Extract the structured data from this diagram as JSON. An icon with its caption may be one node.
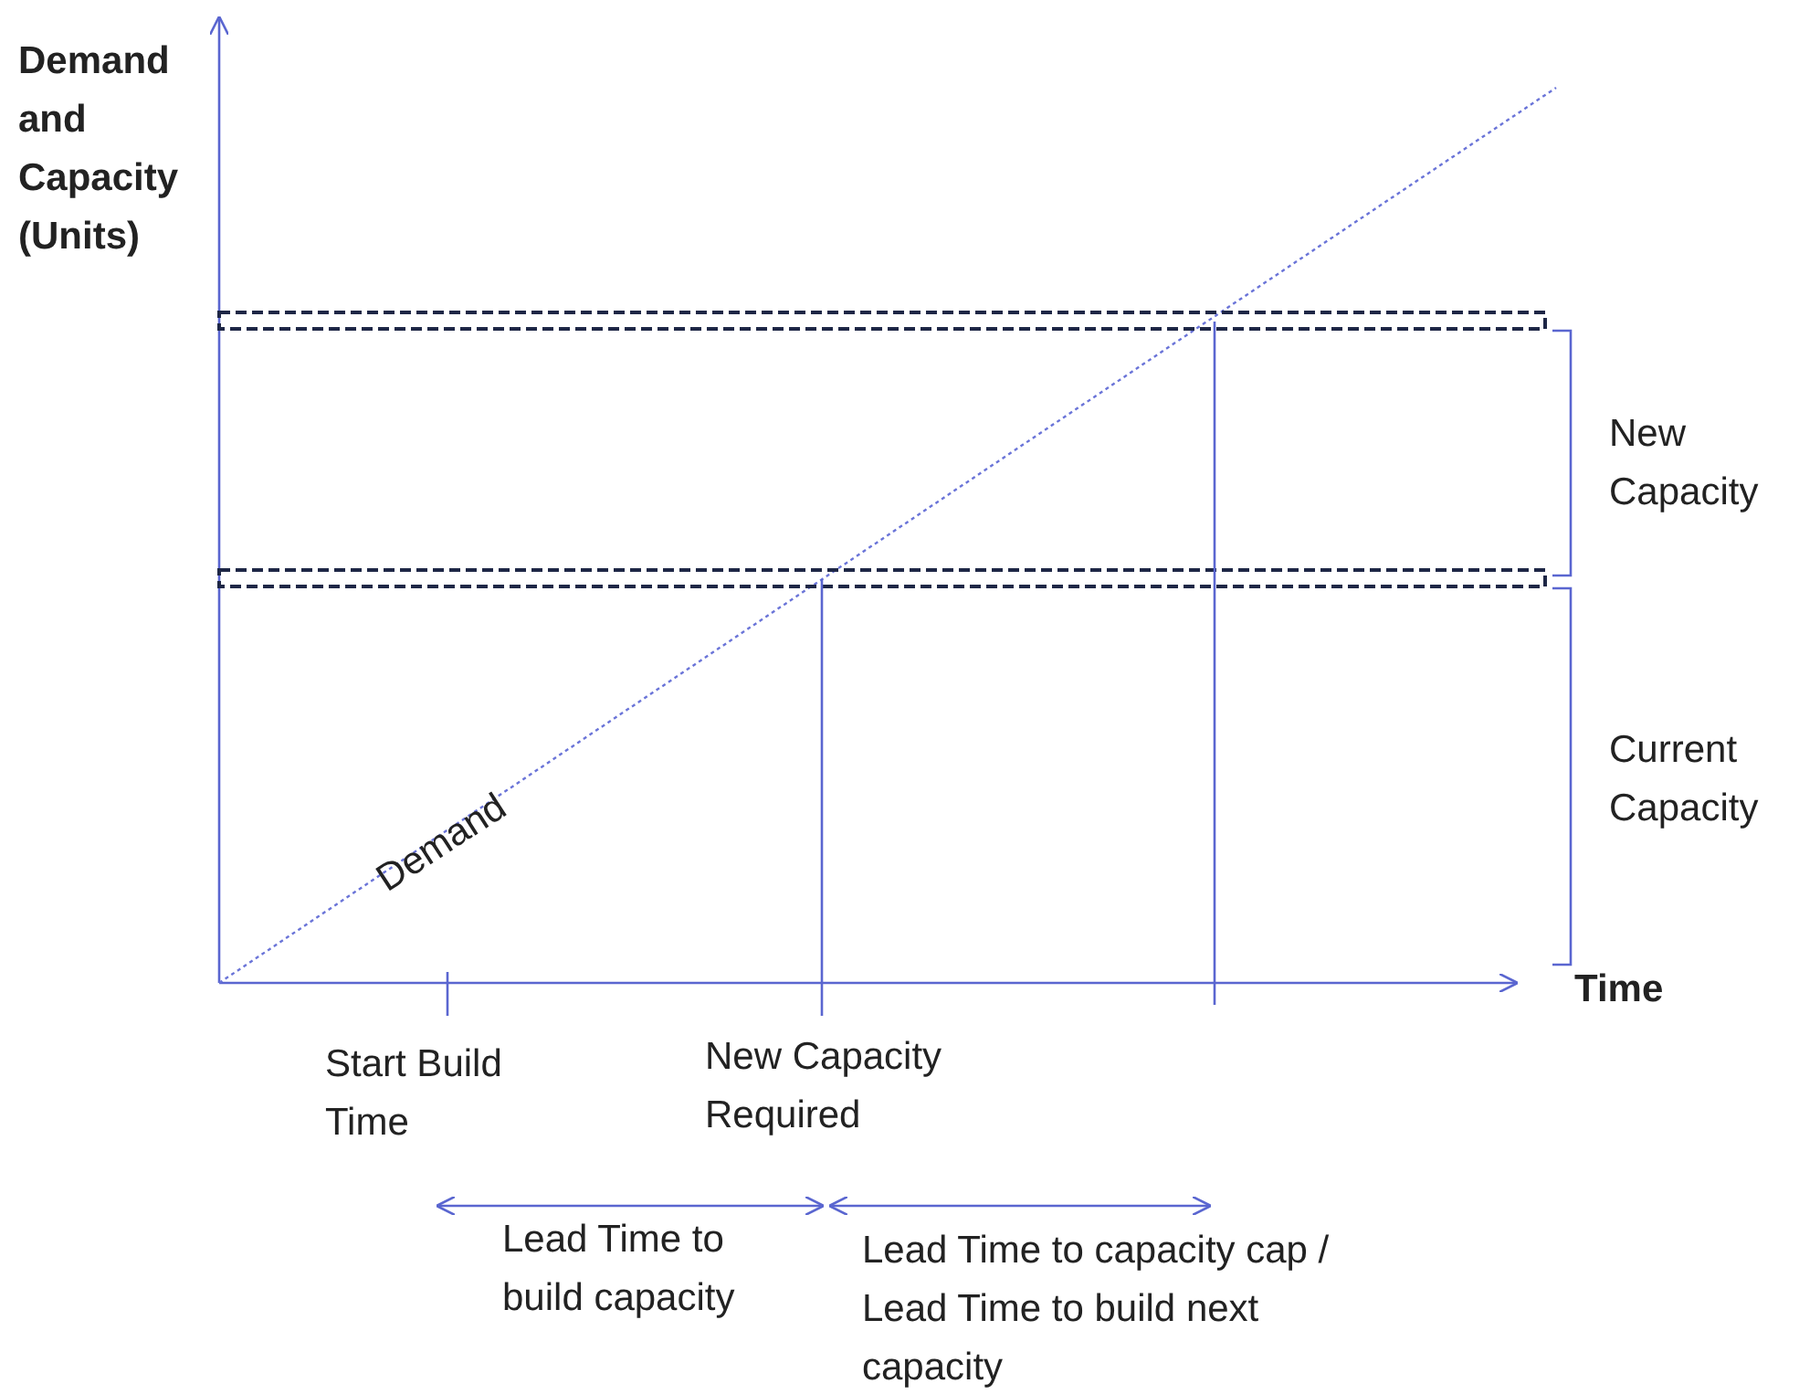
{
  "diagram": {
    "labels": [
      "Demand and Capacity (Units)",
      "New Capacity",
      "Current Capacity",
      "Demand",
      "Time",
      "Start Build Time",
      "New Capacity Required",
      "Lead Time to build capacity",
      "Lead Time to capacity cap / Lead Time to build next capacity"
    ]
  }
}
